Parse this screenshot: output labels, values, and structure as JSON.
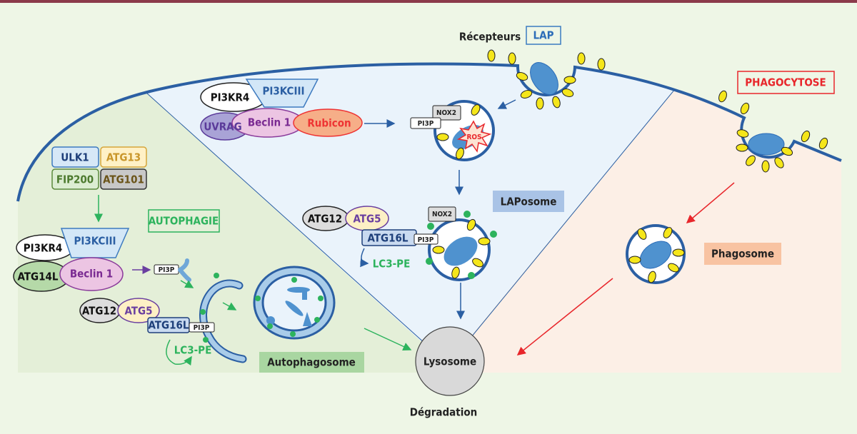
{
  "colors": {
    "membrane": "#2b5fa3",
    "autophagy_region": "#e4efd8",
    "lap_region": "#eaf3fb",
    "phago_region": "#fcefe6",
    "autophagy_accent": "#2db35d",
    "lap_accent": "#2b6cb8",
    "phago_accent": "#e8262b",
    "receptor": "#f5e61a"
  },
  "lap_complex": {
    "pi3kr4": "PI3KR4",
    "pi3kciii": "PI3KCIII",
    "uvrag": "UVRAG",
    "beclin1": "Beclin 1",
    "rubicon": "Rubicon"
  },
  "ulk_complex": {
    "ulk1": "ULK1",
    "atg13": "ATG13",
    "fip200": "FIP200",
    "atg101": "ATG101"
  },
  "autophagy": {
    "title": "AUTOPHAGIE",
    "pi3kr4": "PI3KR4",
    "pi3kciii": "PI3KCIII",
    "atg14l": "ATG14L",
    "beclin1": "Beclin 1",
    "pi3p": "PI3P",
    "atg12": "ATG12",
    "atg5": "ATG5",
    "atg16l": "ATG16L",
    "pi3p_2": "PI3P",
    "lc3pe": "LC3-PE",
    "autophagosome": "Autophagosome"
  },
  "lap": {
    "receptors": "Récepteurs",
    "title": "LAP",
    "nox2": "NOX2",
    "pi3p": "PI3P",
    "ros": "ROS",
    "laposome": "LAPosome",
    "atg12": "ATG12",
    "atg5": "ATG5",
    "atg16l": "ATG16L",
    "pi3p_2": "PI3P",
    "nox2_2": "NOX2",
    "lc3pe": "LC3-PE"
  },
  "phago": {
    "title": "PHAGOCYTOSE",
    "phagosome": "Phagosome"
  },
  "lysosome": "Lysosome",
  "degradation": "Dégradation"
}
